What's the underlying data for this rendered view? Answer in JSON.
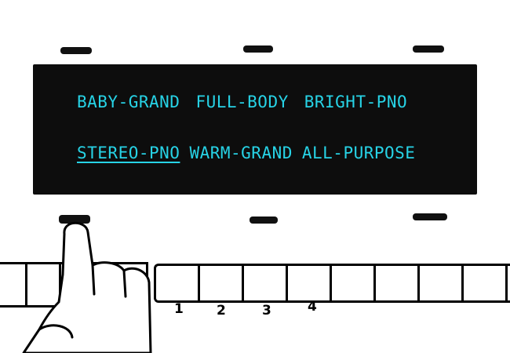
{
  "display": {
    "row1": [
      "BABY-GRAND",
      "FULL-BODY",
      "BRIGHT-PNO"
    ],
    "row2": [
      "STEREO-PNO",
      "WARM-GRAND",
      "ALL-PURPOSE"
    ],
    "selected": "STEREO-PNO"
  },
  "key_numbers": [
    "1",
    "2",
    "3",
    "4"
  ],
  "colors": {
    "lcd_text": "#27d3e6",
    "lcd_background": "#0d0d0d"
  }
}
